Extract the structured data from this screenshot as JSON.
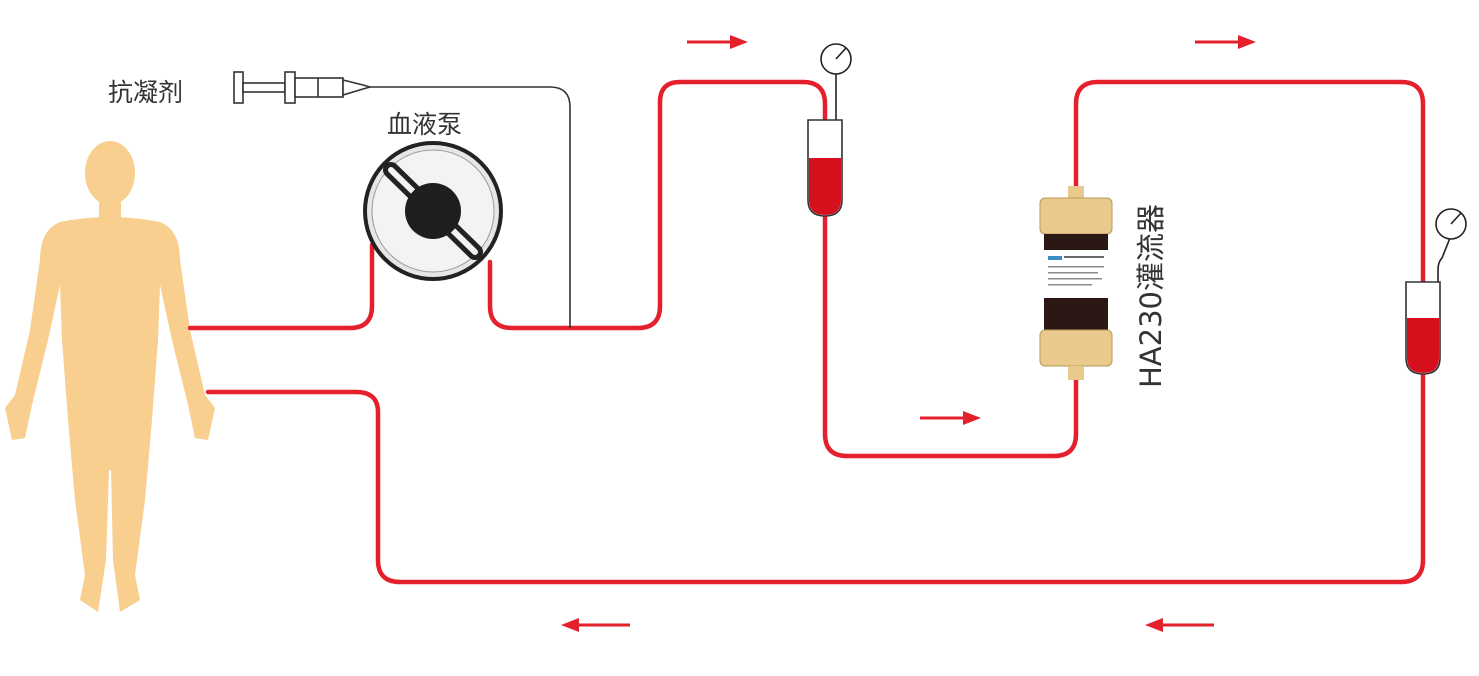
{
  "labels": {
    "anticoagulant": "抗凝剂",
    "blood_pump": "血液泵",
    "perfusion_device": "HA230灌流器"
  },
  "colors": {
    "tube": "#e3202b",
    "arrow": "#e3202b",
    "line": "#333333",
    "body": "#f9cf8f",
    "blood": "#d6111d",
    "cartridge_dark": "#2b1713",
    "cartridge_cap": "#e9c98c"
  },
  "icons": {
    "person": "human-figure-icon",
    "syringe": "syringe-icon",
    "pump": "roller-pump-icon",
    "gauge": "pressure-gauge-icon",
    "chamber": "drip-chamber-icon",
    "cartridge": "perfusion-cartridge-icon"
  }
}
